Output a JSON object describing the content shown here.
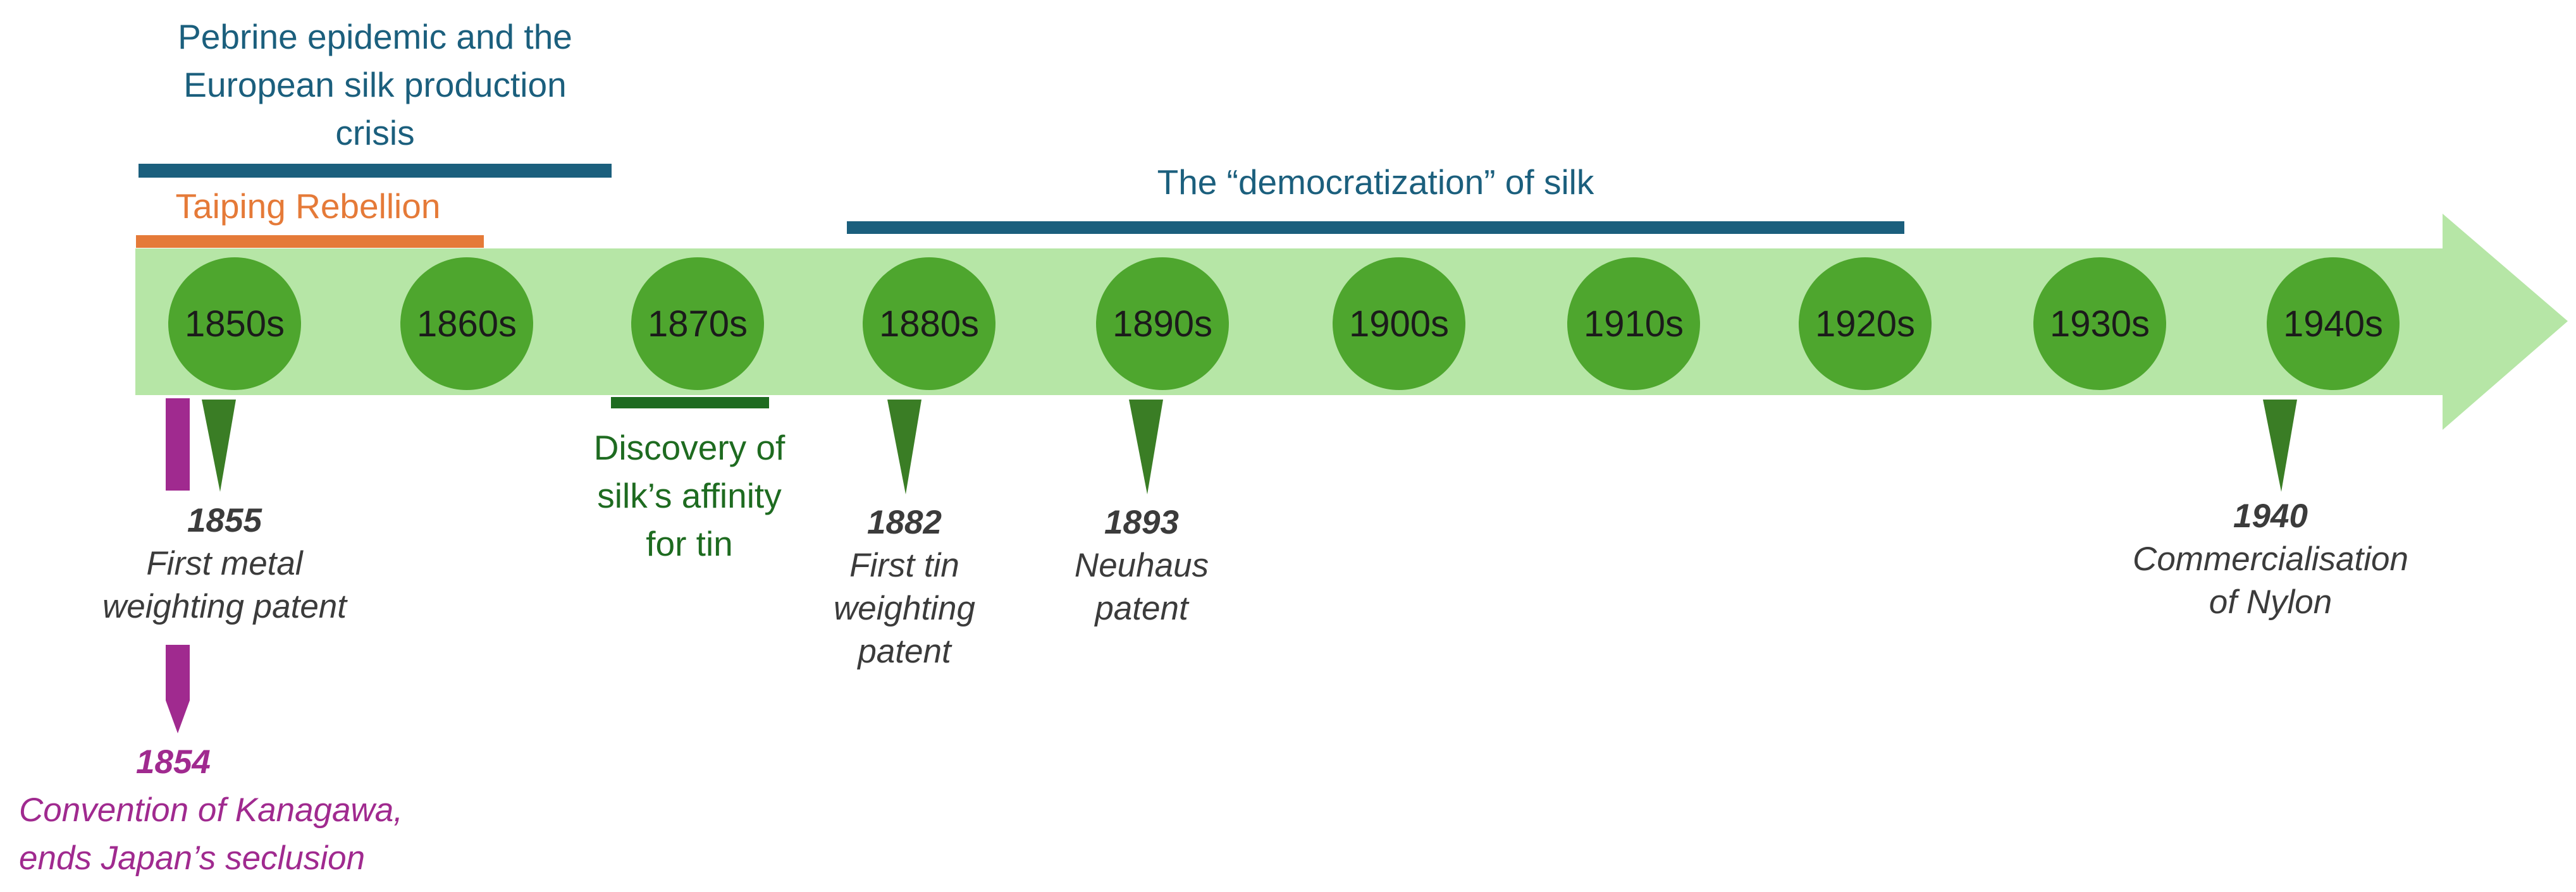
{
  "colors": {
    "arrow": "#b6e6a6",
    "decade_circle": "#4ea62e",
    "span_blue": "#1b5f7d",
    "span_orange": "#e57a38",
    "marker_dark_green": "#3a7d25",
    "discovery_green": "#1e6b20",
    "magenta": "#a02a8f",
    "event_text": "#3b3b3b"
  },
  "decades": [
    "1850s",
    "1860s",
    "1870s",
    "1880s",
    "1890s",
    "1900s",
    "1910s",
    "1920s",
    "1930s",
    "1940s"
  ],
  "spans": {
    "pebrine": {
      "lines": [
        "Pebrine epidemic and the",
        "European silk production",
        "crisis"
      ]
    },
    "taiping": {
      "label": "Taiping Rebellion"
    },
    "democratization": {
      "label": "The “democratization” of silk"
    }
  },
  "discovery": {
    "lines": [
      "Discovery of",
      "silk’s affinity",
      "for tin"
    ]
  },
  "events": {
    "e1855": {
      "year": "1855",
      "lines": [
        "First metal",
        "weighting patent"
      ]
    },
    "e1882": {
      "year": "1882",
      "lines": [
        "First tin",
        "weighting",
        "patent"
      ]
    },
    "e1893": {
      "year": "1893",
      "lines": [
        "Neuhaus",
        "patent"
      ]
    },
    "e1940": {
      "year": "1940",
      "lines": [
        "Commercialisation",
        "of Nylon"
      ]
    },
    "e1854": {
      "year": "1854",
      "lines": [
        "Convention of Kanagawa,",
        "ends Japan’s seclusion"
      ]
    }
  }
}
